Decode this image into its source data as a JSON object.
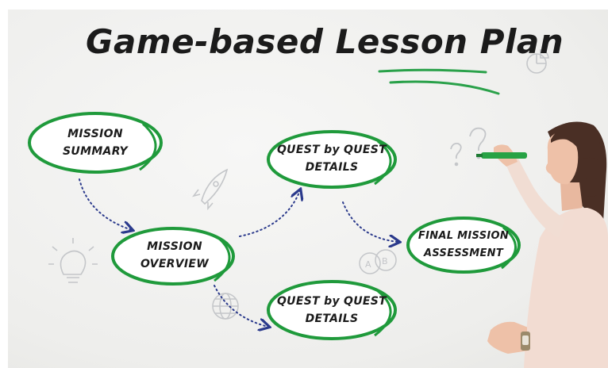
{
  "title": "Game-based Lesson Plan",
  "nodes": {
    "mission_summary": [
      "MISSION",
      "SUMMARY"
    ],
    "mission_overview": [
      "MISSION",
      "OVERVIEW"
    ],
    "quest_details_top": [
      "QUEST by QUEST",
      "DETAILS"
    ],
    "quest_details_bottom": [
      "QUEST by QUEST",
      "DETAILS"
    ],
    "final_assessment": [
      "FINAL MISSION",
      "ASSESSMENT"
    ]
  },
  "colors": {
    "ring_green": "#1f9a3b",
    "arrow_blue": "#2b3a8c",
    "ink": "#1b1b1b",
    "doodle_gray": "#b9bcc0"
  },
  "icons": [
    "rocket-icon",
    "lightbulb-icon",
    "globe-icon",
    "pie-chart-icon",
    "question-marks-icon",
    "ab-bubble-icon"
  ]
}
